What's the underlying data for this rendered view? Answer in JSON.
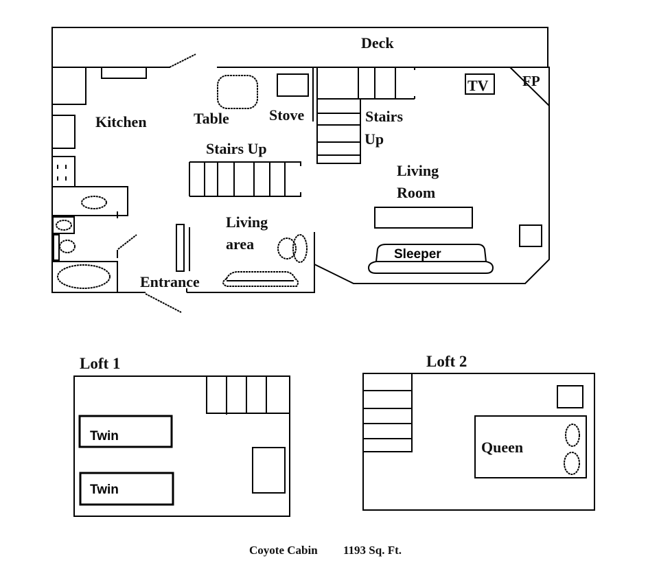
{
  "main_floor": {
    "deck": "Deck",
    "kitchen": "Kitchen",
    "table": "Table",
    "stove": "Stove",
    "stairs_up_main": "Stairs Up",
    "stairs_up_right_line1": "Stairs",
    "stairs_up_right_line2": "Up",
    "tv": "TV",
    "fireplace": "FP",
    "living_room_line1": "Living",
    "living_room_line2": "Room",
    "living_area_line1": "Living",
    "living_area_line2": "area",
    "entrance": "Entrance",
    "sleeper": "Sleeper"
  },
  "loft1": {
    "title": "Loft 1",
    "bed1": "Twin",
    "bed2": "Twin"
  },
  "loft2": {
    "title": "Loft 2",
    "bed": "Queen"
  },
  "caption": {
    "name": "Coyote Cabin",
    "area": "1193 Sq. Ft."
  }
}
